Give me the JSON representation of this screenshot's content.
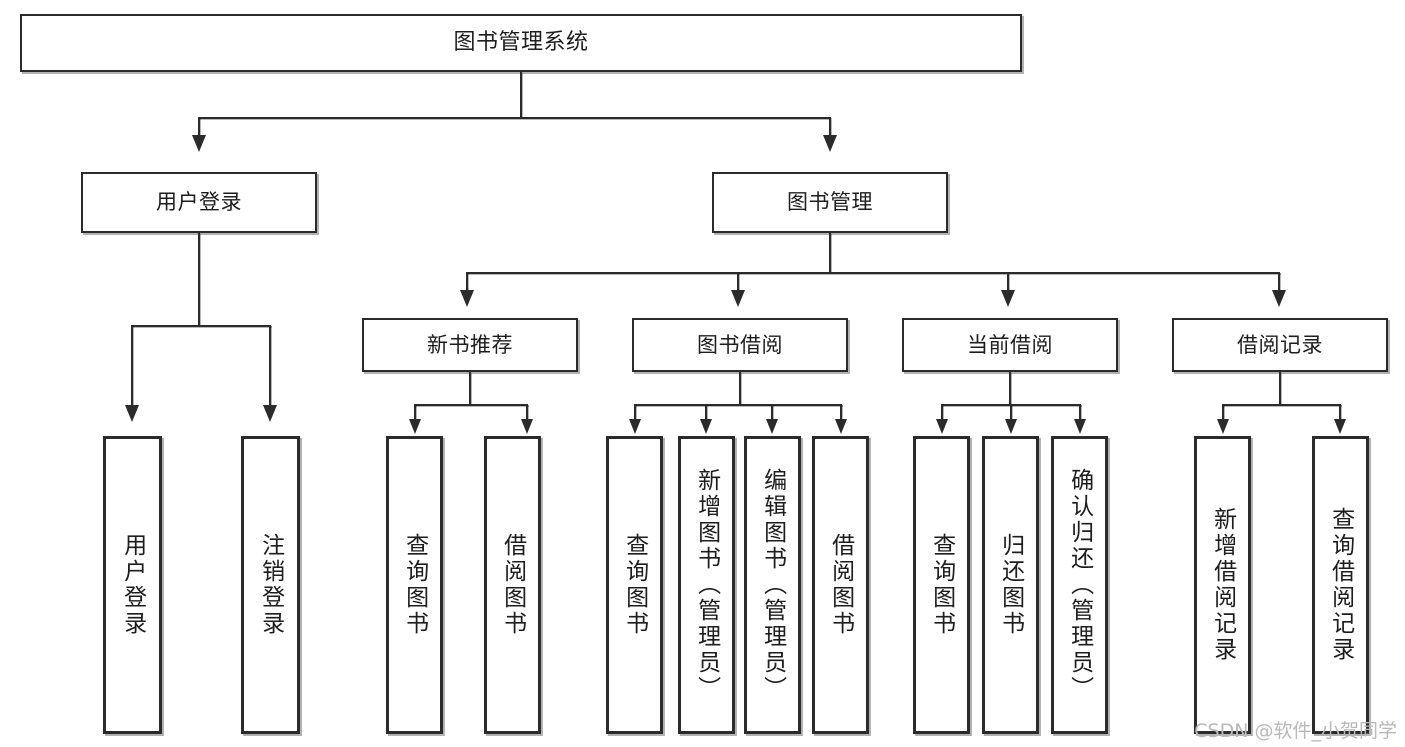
{
  "diagram": {
    "title": "图书管理系统",
    "type": "tree",
    "root": {
      "label": "图书管理系统"
    },
    "level1": [
      {
        "label": "用户登录"
      },
      {
        "label": "图书管理"
      }
    ],
    "level2": [
      {
        "label": "新书推荐"
      },
      {
        "label": "图书借阅"
      },
      {
        "label": "当前借阅"
      },
      {
        "label": "借阅记录"
      }
    ],
    "leaves": {
      "user_login": [
        {
          "label": "用户登录"
        },
        {
          "label": "注销登录"
        }
      ],
      "new_book_recommend": [
        {
          "label": "查询图书"
        },
        {
          "label": "借阅图书"
        }
      ],
      "book_borrow": [
        {
          "label": "查询图书"
        },
        {
          "label": "新增图书（管理员）"
        },
        {
          "label": "编辑图书（管理员）"
        },
        {
          "label": "借阅图书"
        }
      ],
      "current_borrow": [
        {
          "label": "查询图书"
        },
        {
          "label": "归还图书"
        },
        {
          "label": "确认归还（管理员）"
        }
      ],
      "borrow_record": [
        {
          "label": "新增借阅记录"
        },
        {
          "label": "查询借阅记录"
        }
      ]
    }
  },
  "watermark": {
    "text": "CSDN @软件_小贺同学"
  },
  "colors": {
    "stroke": "#2b2b2b",
    "fill": "#ffffff",
    "text": "#1d1d1d",
    "watermark": "#b9b9b9"
  }
}
